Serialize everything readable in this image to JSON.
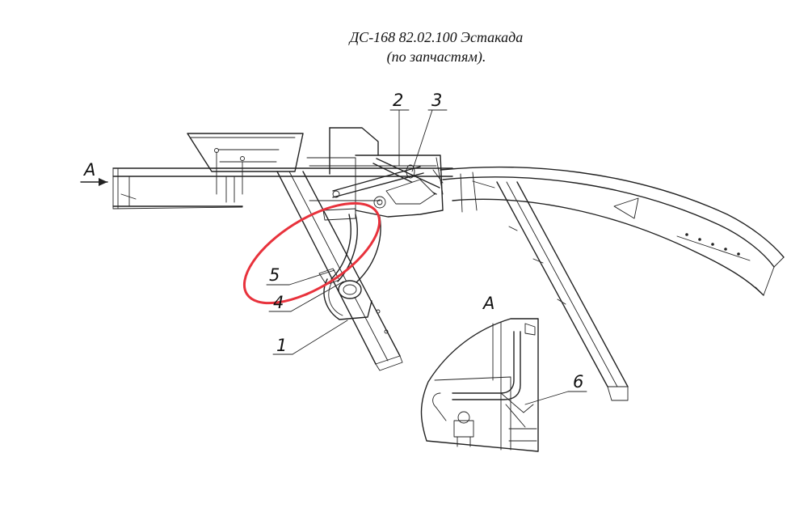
{
  "title": {
    "line1": "ДС-168 82.02.100 Эстакада",
    "line2": "(по запчастям)."
  },
  "view_marker": "A",
  "detail_view_label": "A",
  "callouts": [
    {
      "id": "1",
      "label": "1"
    },
    {
      "id": "2",
      "label": "2"
    },
    {
      "id": "3",
      "label": "3"
    },
    {
      "id": "4",
      "label": "4"
    },
    {
      "id": "5",
      "label": "5"
    },
    {
      "id": "6",
      "label": "6"
    }
  ],
  "highlight": {
    "color": "#e8323c",
    "target_callout": "5"
  }
}
